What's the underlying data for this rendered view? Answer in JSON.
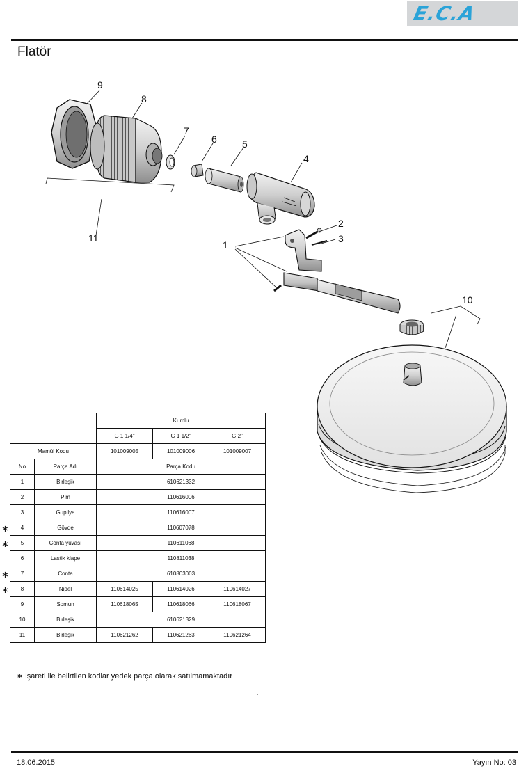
{
  "header": {
    "brand": "E.C.A",
    "title": "Flatör"
  },
  "callouts": [
    "9",
    "8",
    "7",
    "6",
    "5",
    "4",
    "2",
    "3",
    "1",
    "11",
    "10"
  ],
  "table": {
    "group_header": "Kumlu",
    "sizes": [
      "G 1 1/4\"",
      "G 1 1/2\"",
      "G 2\""
    ],
    "product_code_label": "Mamül Kodu",
    "product_codes": [
      "101009005",
      "101009006",
      "101009007"
    ],
    "col_no": "No",
    "col_name": "Parça Adı",
    "col_code": "Parça Kodu",
    "rows": [
      {
        "no": "1",
        "name": "Birleşik",
        "codes": [
          "610621332"
        ],
        "star": false
      },
      {
        "no": "2",
        "name": "Pim",
        "codes": [
          "110616006"
        ],
        "star": false
      },
      {
        "no": "3",
        "name": "Gupilya",
        "codes": [
          "110616007"
        ],
        "star": false
      },
      {
        "no": "4",
        "name": "Gövde",
        "codes": [
          "110607078"
        ],
        "star": true
      },
      {
        "no": "5",
        "name": "Conta yuvası",
        "codes": [
          "110611068"
        ],
        "star": true
      },
      {
        "no": "6",
        "name": "Lastik klape",
        "codes": [
          "110811038"
        ],
        "star": false
      },
      {
        "no": "7",
        "name": "Conta",
        "codes": [
          "610803003"
        ],
        "star": true
      },
      {
        "no": "8",
        "name": "Nipel",
        "codes": [
          "110614025",
          "110614026",
          "110614027"
        ],
        "star": true
      },
      {
        "no": "9",
        "name": "Somun",
        "codes": [
          "110618065",
          "110618066",
          "110618067"
        ],
        "star": false
      },
      {
        "no": "10",
        "name": "Birleşik",
        "codes": [
          "610621329"
        ],
        "star": false
      },
      {
        "no": "11",
        "name": "Birleşik",
        "codes": [
          "110621262",
          "110621263",
          "110621264"
        ],
        "star": false
      }
    ],
    "star_symbol": "∗"
  },
  "footnote": "∗ işareti ile belirtilen kodlar yedek parça olarak satılmamaktadır",
  "dot": ".",
  "footer": {
    "date": "18.06.2015",
    "revision": "Yayın No: 03"
  }
}
